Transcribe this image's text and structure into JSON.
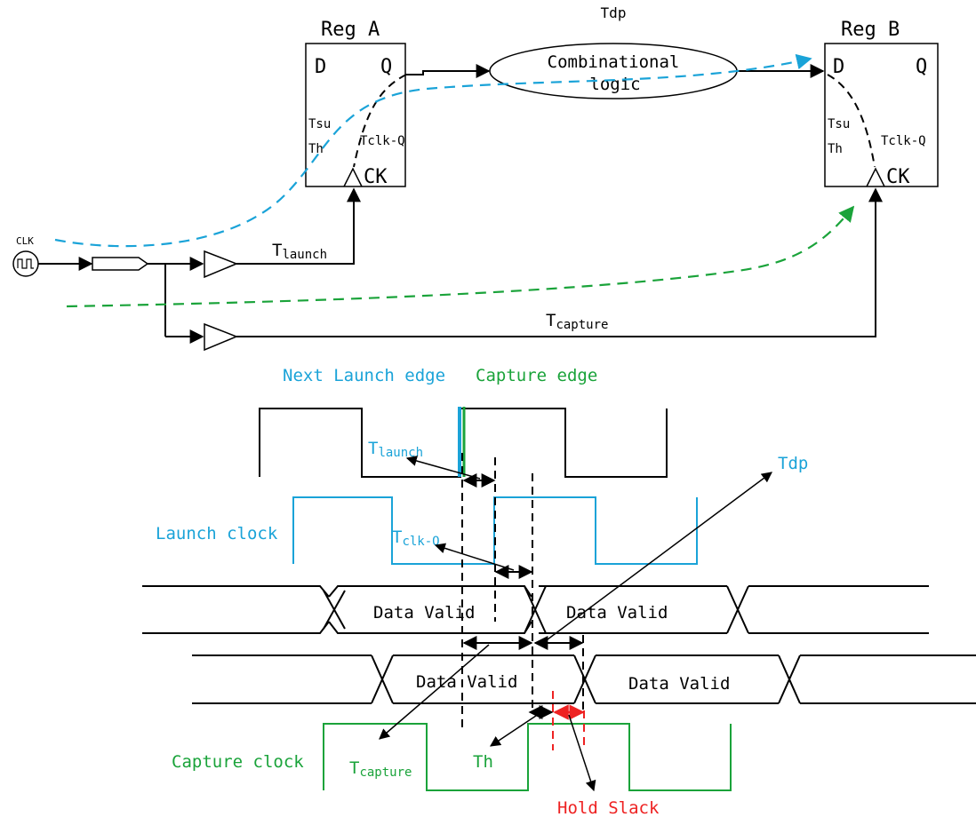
{
  "reg_a": {
    "title": "Reg A",
    "d": "D",
    "q": "Q",
    "tsu": "Tsu",
    "th": "Th",
    "tclkq": "Tclk-Q",
    "ck": "CK"
  },
  "reg_b": {
    "title": "Reg B",
    "d": "D",
    "q": "Q",
    "tsu": "Tsu",
    "th": "Th",
    "tclkq": "Tclk-Q",
    "ck": "CK"
  },
  "comb": {
    "line1": "Combinational",
    "line2": "logic",
    "delay": "Tdp"
  },
  "clk_source": "CLK",
  "t_launch": {
    "main": "T",
    "sub": "launch"
  },
  "t_capture": {
    "main": "T",
    "sub": "capture"
  },
  "edges": {
    "next_launch": "Next Launch edge",
    "capture": "Capture edge"
  },
  "waveforms": {
    "launch_clock": "Launch clock",
    "capture_clock": "Capture clock",
    "data_valid": "Data Valid",
    "tdp": "Tdp",
    "th": "Th",
    "tclkq_main": "T",
    "tclkq_sub": "clk-Q",
    "hold_slack": "Hold Slack"
  },
  "colors": {
    "launch": "#1aa3d8",
    "capture": "#1aa33a",
    "slack": "#ee2222",
    "line": "#000000"
  }
}
